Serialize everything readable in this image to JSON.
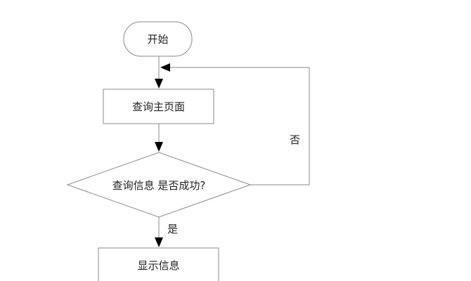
{
  "nodes": {
    "start": {
      "label": "开始"
    },
    "query_home": {
      "label": "查询主页面"
    },
    "decision": {
      "label": "查询信息 是否成功?"
    },
    "show_info": {
      "label": "显示信息"
    }
  },
  "edges": {
    "no_label": "否",
    "yes_label": "是"
  }
}
